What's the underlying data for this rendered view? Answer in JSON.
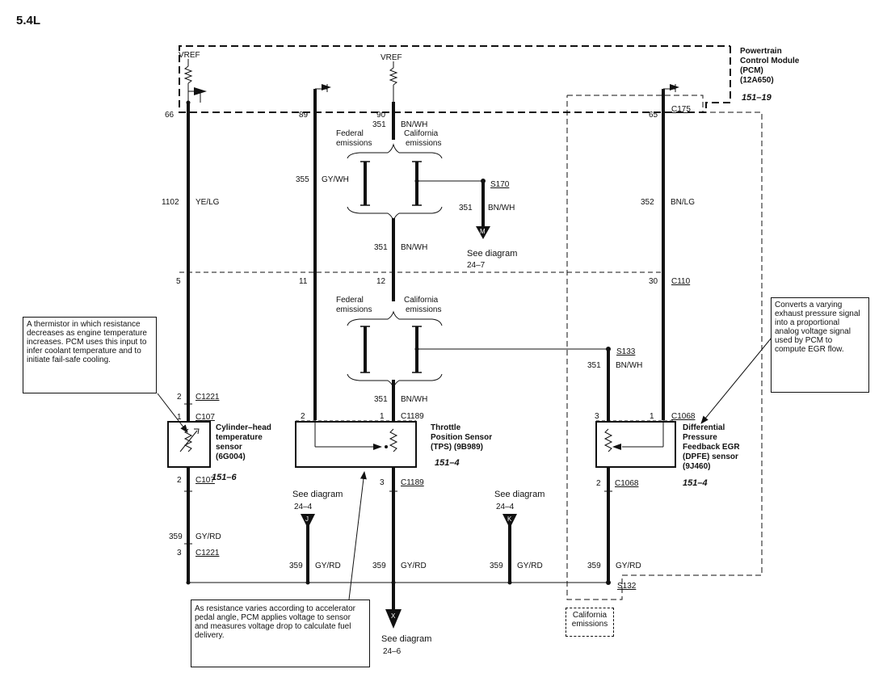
{
  "engine_label": "5.4L",
  "pcm": {
    "name": "Powertrain Control Module (PCM) (12A650)",
    "name_lines": [
      "Powertrain",
      "Control Module",
      "(PCM)",
      "(12A650)"
    ],
    "ref": "151–19",
    "vref_left": "VREF",
    "vref_center": "VREF"
  },
  "pins": {
    "pcm_66": "66",
    "pcm_89": "89",
    "pcm_90": "90",
    "pcm_65": "65",
    "c110_5": "5",
    "c110_11": "11",
    "c110_12": "12",
    "c110_30": "30",
    "c1221_2": "2",
    "c107_1": "1",
    "c107_2": "2",
    "c1221_3": "3",
    "c1189_2": "2",
    "c1189_1": "1",
    "c1189_3": "3",
    "c1068_3": "3",
    "c1068_1": "1",
    "c1068_2": "2"
  },
  "wires": {
    "w1102": {
      "circuit": "1102",
      "color": "YE/LG"
    },
    "w355": {
      "circuit": "355",
      "color": "GY/WH"
    },
    "w351_top": {
      "circuit": "351",
      "color": "BN/WH"
    },
    "w351_s170": {
      "circuit": "351",
      "color": "BN/WH"
    },
    "w351_mid": {
      "circuit": "351",
      "color": "BN/WH"
    },
    "w351_low": {
      "circuit": "351",
      "color": "BN/WH"
    },
    "w351_s133": {
      "circuit": "351",
      "color": "BN/WH"
    },
    "w352": {
      "circuit": "352",
      "color": "BN/LG"
    },
    "w359_a": {
      "circuit": "359",
      "color": "GY/RD"
    },
    "w359_b": {
      "circuit": "359",
      "color": "GY/RD"
    },
    "w359_c": {
      "circuit": "359",
      "color": "GY/RD"
    },
    "w359_d": {
      "circuit": "359",
      "color": "GY/RD"
    },
    "w359_e": {
      "circuit": "359",
      "color": "GY/RD"
    }
  },
  "connectors": {
    "c175": "C175",
    "c110": "C110",
    "c1221_top": "C1221",
    "c107_top": "C107",
    "c107_bot": "C107",
    "c1221_bot": "C1221",
    "c1189_top": "C1189",
    "c1189_bot": "C1189",
    "c1068_top": "C1068",
    "c1068_bot": "C1068"
  },
  "splices": {
    "s170": "S170",
    "s133": "S133",
    "s132": "S132"
  },
  "emissions": {
    "federal_top": [
      "Federal",
      "emissions"
    ],
    "california_top": [
      "California",
      "emissions"
    ],
    "federal_mid": [
      "Federal",
      "emissions"
    ],
    "california_mid": [
      "California",
      "emissions"
    ],
    "california_box": [
      "California",
      "emissions"
    ]
  },
  "components": {
    "cht": {
      "name_lines": [
        "Cylinder–head",
        "temperature",
        "sensor",
        "(6G004)"
      ],
      "ref": "151–6"
    },
    "tps": {
      "name_lines": [
        "Throttle",
        "Position Sensor",
        "(TPS) (9B989)"
      ],
      "ref": "151–4"
    },
    "dpfe": {
      "name_lines": [
        "Differential",
        "Pressure",
        "Feedback EGR",
        "(DPFE) sensor",
        "(9J460)"
      ],
      "ref": "151–4"
    }
  },
  "see_diagrams": {
    "m": {
      "label": "See diagram",
      "page": "24–7",
      "letter": "M"
    },
    "j": {
      "label": "See diagram",
      "page": "24–4",
      "letter": "J"
    },
    "k": {
      "label": "See diagram",
      "page": "24–4",
      "letter": "K"
    },
    "x": {
      "label": "See diagram",
      "page": "24–6",
      "letter": "X"
    }
  },
  "notes": {
    "thermistor": "A thermistor in which resistance decreases as engine temperature increases. PCM uses this input to infer coolant temperature and to initiate fail-safe cooling.",
    "dpfe": "Converts a varying exhaust pressure signal into a proportional analog voltage signal used by PCM to compute EGR flow.",
    "tps": "As resistance varies according to accelerator pedal angle, PCM applies voltage to sensor and measures voltage drop to calculate fuel delivery."
  }
}
